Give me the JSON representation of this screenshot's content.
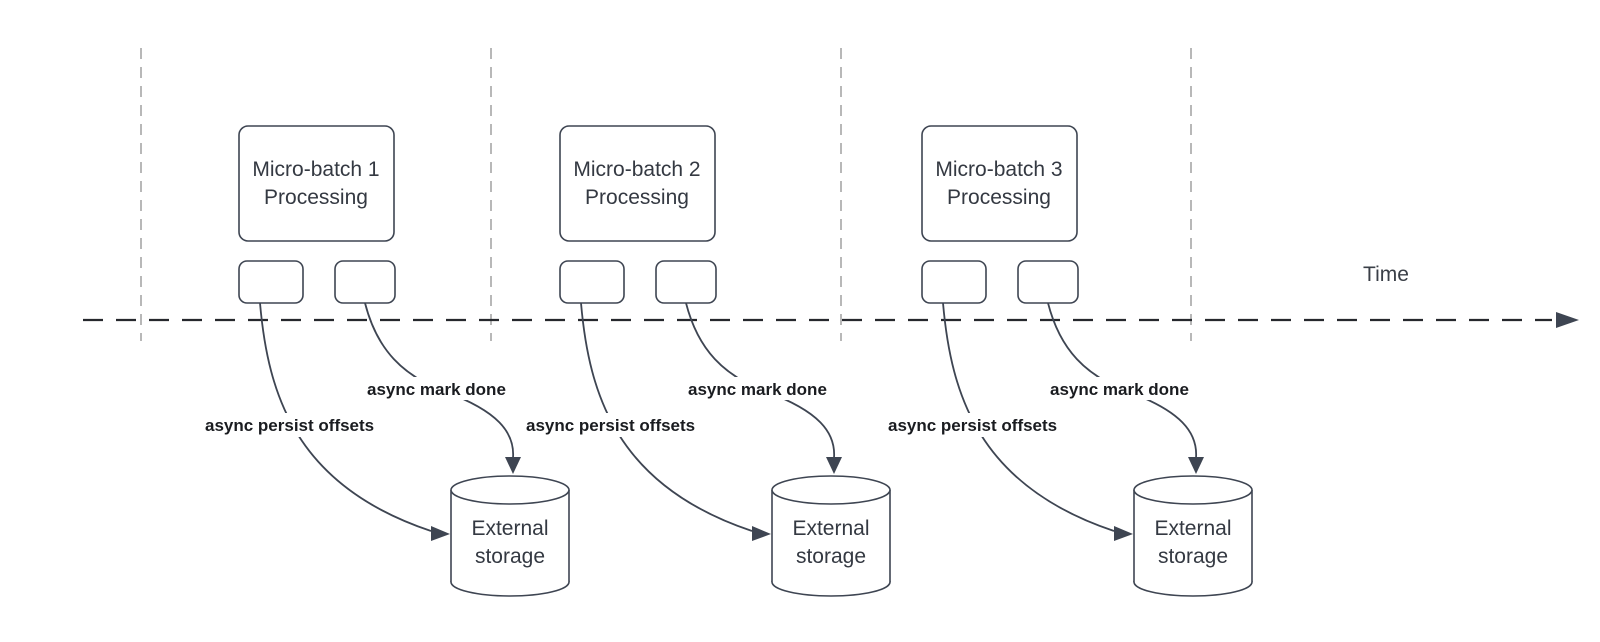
{
  "diagram": {
    "timeline": {
      "label": "Time"
    },
    "groups": [
      {
        "name": "micro-batch-1",
        "box_line1": "Micro-batch 1",
        "box_line2": "Processing",
        "persist_label": "async persist offsets",
        "mark_done_label": "async mark done",
        "storage_line1": "External",
        "storage_line2": "storage"
      },
      {
        "name": "micro-batch-2",
        "box_line1": "Micro-batch 2",
        "box_line2": "Processing",
        "persist_label": "async persist offsets",
        "mark_done_label": "async mark done",
        "storage_line1": "External",
        "storage_line2": "storage"
      },
      {
        "name": "micro-batch-3",
        "box_line1": "Micro-batch 3",
        "box_line2": "Processing",
        "persist_label": "async persist offsets",
        "mark_done_label": "async mark done",
        "storage_line1": "External",
        "storage_line2": "storage"
      }
    ],
    "colors": {
      "background": "#ffffff",
      "shape_stroke": "#3e4552",
      "shape_fill": "#ffffff",
      "shape_text": "#343942",
      "flow_label_text": "#1a1c20",
      "timeline_stroke": "#26282d",
      "guide_stroke": "#b0b0b0"
    }
  }
}
